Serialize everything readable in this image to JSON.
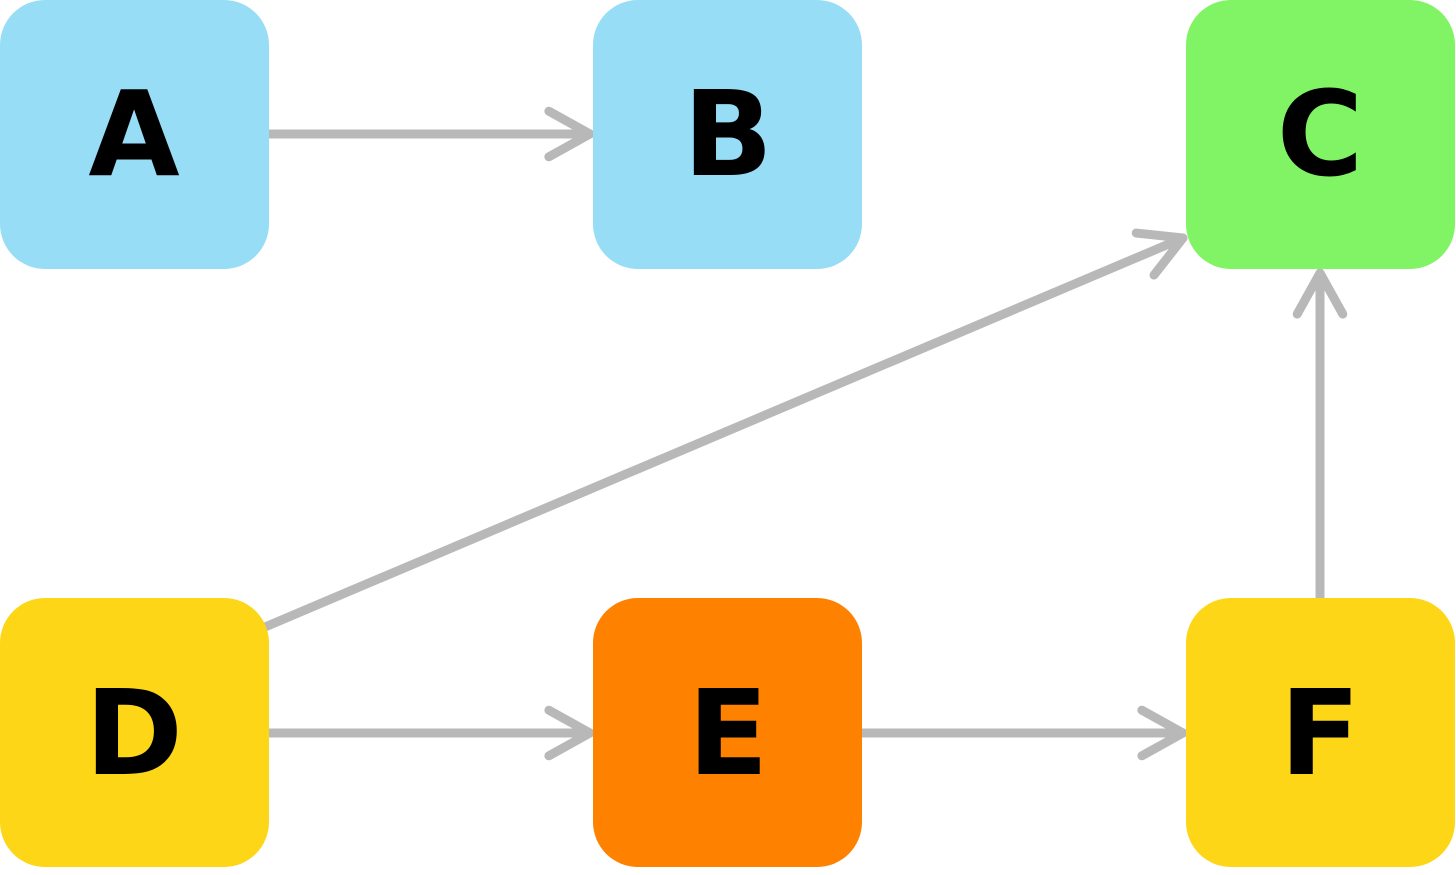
{
  "diagram": {
    "colors": {
      "edge": "#b8b8b8",
      "label": "#000000"
    },
    "nodes": [
      {
        "id": "A",
        "label": "A",
        "color": "#98ddf6"
      },
      {
        "id": "B",
        "label": "B",
        "color": "#98ddf6"
      },
      {
        "id": "C",
        "label": "C",
        "color": "#80f464"
      },
      {
        "id": "D",
        "label": "D",
        "color": "#fdd617"
      },
      {
        "id": "E",
        "label": "E",
        "color": "#fe8200"
      },
      {
        "id": "F",
        "label": "F",
        "color": "#fdd617"
      }
    ],
    "edges": [
      {
        "from": "A",
        "to": "B"
      },
      {
        "from": "D",
        "to": "C"
      },
      {
        "from": "D",
        "to": "E"
      },
      {
        "from": "E",
        "to": "F"
      },
      {
        "from": "F",
        "to": "C"
      }
    ]
  }
}
